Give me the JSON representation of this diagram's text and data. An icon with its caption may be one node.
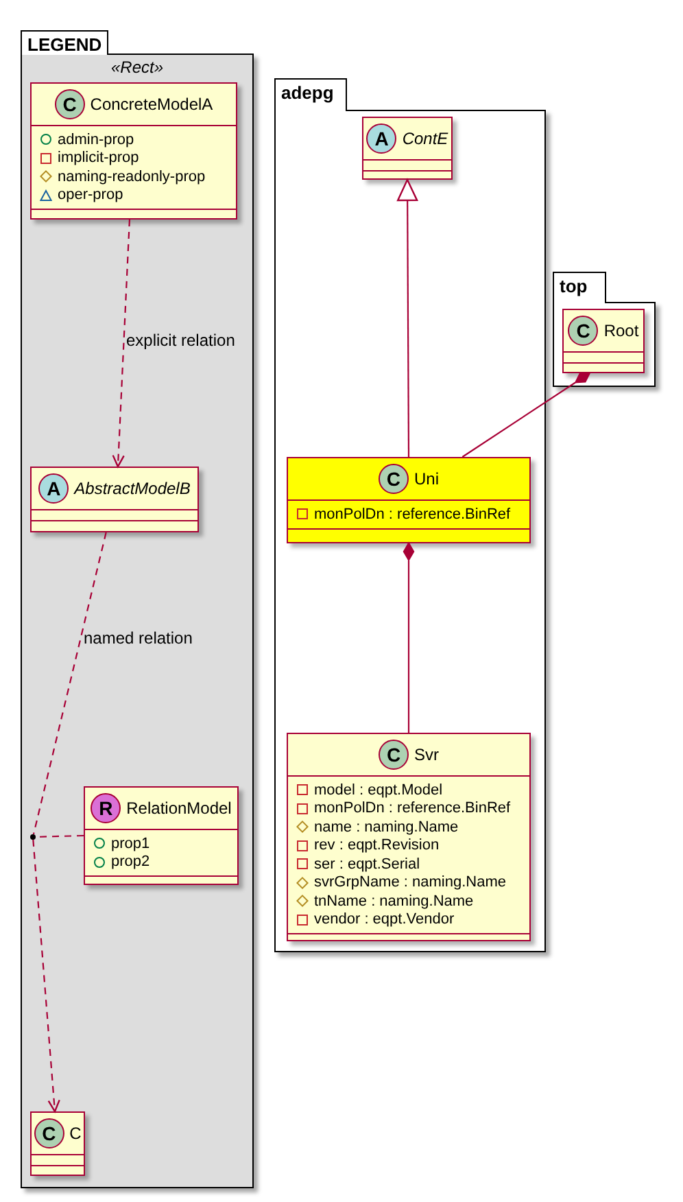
{
  "diagram": {
    "nodes": [
      {
        "text": [
          "LEGEND",
          "«Rect»"
        ]
      },
      {
        "text": [
          "C",
          "ConcreteModelA",
          "admin-prop",
          "implicit-prop",
          "naming-readonly-prop",
          "oper-prop"
        ],
        "in": 0
      },
      {
        "text": [
          "A",
          "AbstractModelB"
        ],
        "in": 0
      },
      {
        "text": [
          "R",
          "RelationModel",
          "prop1",
          "prop2"
        ],
        "in": 0
      },
      {
        "text": [],
        "shape": "circle",
        "in": 0
      },
      {
        "text": [
          "C",
          "C"
        ],
        "in": 0
      },
      {
        "text": [
          "adepg"
        ]
      },
      {
        "text": [
          "A",
          "ContE"
        ],
        "in": 6
      },
      {
        "text": [
          "C",
          "Uni",
          "monPolDn : reference.BinRef"
        ],
        "in": 6
      },
      {
        "text": [
          "C",
          "Svr",
          "model : eqpt.Model",
          "monPolDn : reference.BinRef",
          "name : naming.Name",
          "rev : eqpt.Revision",
          "ser : eqpt.Serial",
          "svrGrpName : naming.Name",
          "tnName : naming.Name",
          "vendor : eqpt.Vendor"
        ],
        "in": 6
      },
      {
        "text": [
          "top"
        ]
      },
      {
        "text": [
          "C",
          "Root"
        ],
        "in": 10
      }
    ],
    "edges": [
      {
        "from": 1,
        "to": 2,
        "arrow": "to",
        "style": "dashed",
        "label": "explicit relation"
      },
      {
        "from": 2,
        "to": 4,
        "arrow": "none",
        "style": "dashed",
        "label": "named relation"
      },
      {
        "from": 4,
        "to": 5,
        "arrow": "to",
        "style": "dashed"
      },
      {
        "from": 3,
        "to": 4,
        "arrow": "none",
        "style": "dashed"
      },
      {
        "from": 8,
        "to": 7,
        "arrow": "to"
      },
      {
        "from": 11,
        "to": 8,
        "arrow": "other"
      },
      {
        "from": 8,
        "to": 9,
        "arrow": "other"
      }
    ]
  }
}
